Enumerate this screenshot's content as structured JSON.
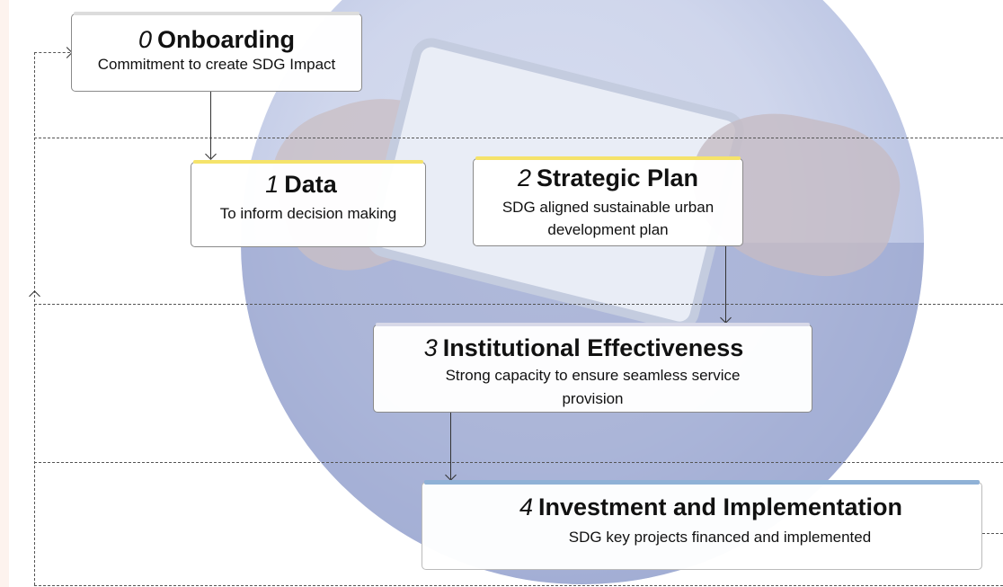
{
  "diagram": {
    "steps": [
      {
        "number": "0",
        "title": "Onboarding",
        "description": "Commitment to create SDG Impact",
        "bar_color": "#dcdcdc"
      },
      {
        "number": "1",
        "title": "Data",
        "description": "To inform decision making",
        "bar_color": "#f5e36a"
      },
      {
        "number": "2",
        "title": "Strategic Plan",
        "description": "SDG aligned sustainable urban development plan",
        "bar_color": "#f5e36a"
      },
      {
        "number": "3",
        "title": "Institutional Effectiveness",
        "description": "Strong capacity to ensure seamless service provision",
        "bar_color": "#d8d9e8"
      },
      {
        "number": "4",
        "title": "Investment and Implementation",
        "description": "SDG key projects financed and implemented",
        "bar_color": "#8fb1d6"
      }
    ]
  }
}
